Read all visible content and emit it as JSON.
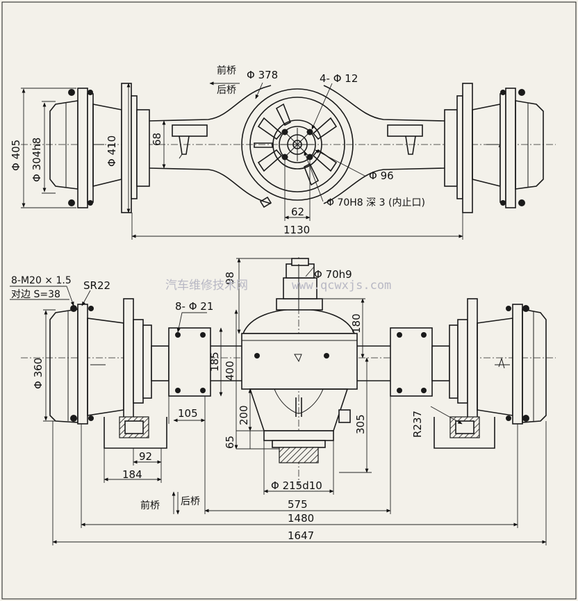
{
  "top_view": {
    "labels": {
      "qianqiao": "前桥",
      "houqiao": "后桥",
      "phi378": "Φ 378",
      "holes_4phi12": "4- Φ 12",
      "phi405": "Φ 405",
      "phi304h8": "Φ 304h8",
      "phi410": "Φ 410",
      "d68": "68",
      "phi96": "Φ 96",
      "phi70h8": "Φ 70H8 深 3 (内止口)",
      "d62": "62",
      "d1130": "1130"
    }
  },
  "bottom_view": {
    "labels": {
      "m20": "8-M20 × 1.5",
      "duibian": "对边 S=38",
      "sr22": "SR22",
      "d98": "98",
      "phi70h9": "Φ 70h9",
      "holes_8phi21": "8- Φ 21",
      "phi360": "Φ 360",
      "d180": "180",
      "d185": "185",
      "d400": "400",
      "d105": "105",
      "d200": "200",
      "d305": "305",
      "r237": "R237",
      "d65": "65",
      "d92": "92",
      "d184": "184",
      "phi215d10": "Φ 215d10",
      "qianqiao": "前桥",
      "houqiao": "后桥",
      "d575": "575",
      "d1480": "1480",
      "d1647": "1647"
    }
  },
  "watermark": {
    "chinese": "汽车维修技术网",
    "url": "www.qcwxjs.com"
  }
}
